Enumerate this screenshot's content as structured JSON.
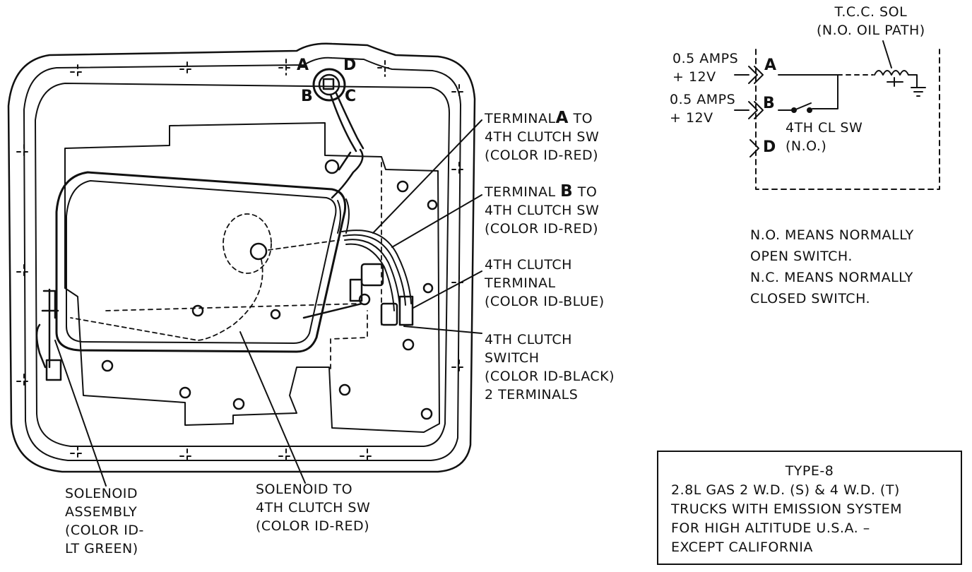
{
  "pan_labels": {
    "terminal_a": [
      "TERMINAL",
      "A",
      " TO",
      "4TH CLUTCH SW",
      "(COLOR ID-RED)"
    ],
    "terminal_b": [
      "TERMINAL ",
      "B",
      " TO",
      "4TH CLUTCH SW",
      "(COLOR ID-RED)"
    ],
    "clutch_terminal": [
      "4TH CLUTCH",
      "TERMINAL",
      "(COLOR ID-BLUE)"
    ],
    "clutch_switch": [
      "4TH CLUTCH",
      "SWITCH",
      "(COLOR ID-BLACK)",
      "2 TERMINALS"
    ],
    "solenoid_assembly": [
      "SOLENOID",
      "ASSEMBLY",
      "(COLOR ID-",
      "LT GREEN)"
    ],
    "solenoid_to_switch": [
      "SOLENOID TO",
      "4TH CLUTCH SW",
      "(COLOR ID-RED)"
    ]
  },
  "connector_letters": {
    "a": "A",
    "b": "B",
    "c": "C",
    "d": "D"
  },
  "schematic": {
    "tcc_title": [
      "T.C.C. SOL",
      "(N.O. OIL PATH)"
    ],
    "amps_a": [
      "0.5 AMPS",
      "+ 12V"
    ],
    "amps_b": [
      "0.5 AMPS",
      "+ 12V"
    ],
    "terminal_a": "A",
    "terminal_b": "B",
    "terminal_d": "D",
    "switch_label": [
      "4TH CL SW",
      "(N.O.)"
    ]
  },
  "notes": [
    "N.O. MEANS NORMALLY",
    "OPEN SWITCH.",
    "N.C. MEANS NORMALLY",
    "CLOSED SWITCH."
  ],
  "type_box": [
    "TYPE-8",
    "2.8L GAS 2 W.D. (S) & 4 W.D. (T)",
    "TRUCKS WITH EMISSION SYSTEM",
    "FOR HIGH ALTITUDE  U.S.A. –",
    "EXCEPT CALIFORNIA"
  ]
}
